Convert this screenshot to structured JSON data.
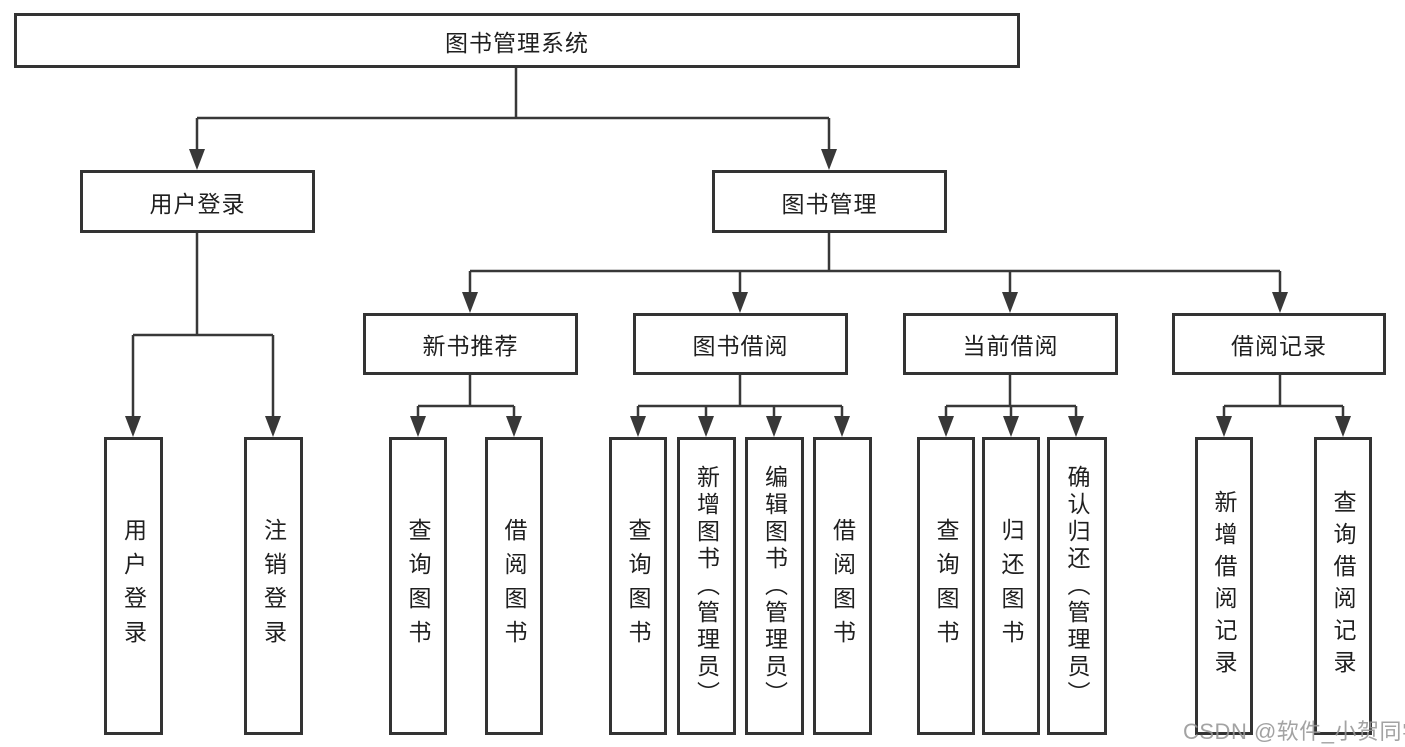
{
  "diagram_title": "图书管理系统",
  "tree": {
    "label": "图书管理系统",
    "children": [
      {
        "label": "用户登录",
        "children": [
          {
            "label": "用户登录"
          },
          {
            "label": "注销登录"
          }
        ]
      },
      {
        "label": "图书管理",
        "children": [
          {
            "label": "新书推荐",
            "children": [
              {
                "label": "查询图书"
              },
              {
                "label": "借阅图书"
              }
            ]
          },
          {
            "label": "图书借阅",
            "children": [
              {
                "label": "查询图书"
              },
              {
                "label": "新增图书（管理员）"
              },
              {
                "label": "编辑图书（管理员）"
              },
              {
                "label": "借阅图书"
              }
            ]
          },
          {
            "label": "当前借阅",
            "children": [
              {
                "label": "查询图书"
              },
              {
                "label": "归还图书"
              },
              {
                "label": "确认归还（管理员）"
              }
            ]
          },
          {
            "label": "借阅记录",
            "children": [
              {
                "label": "新增借阅记录"
              },
              {
                "label": "查询借阅记录"
              }
            ]
          }
        ]
      }
    ]
  },
  "watermark": {
    "text": "CSDN @软件_小贺同学"
  },
  "colors": {
    "line": "#383838",
    "box_border": "#333333",
    "text": "#1f1f1f",
    "watermark": "#969696",
    "background": "#ffffff"
  }
}
